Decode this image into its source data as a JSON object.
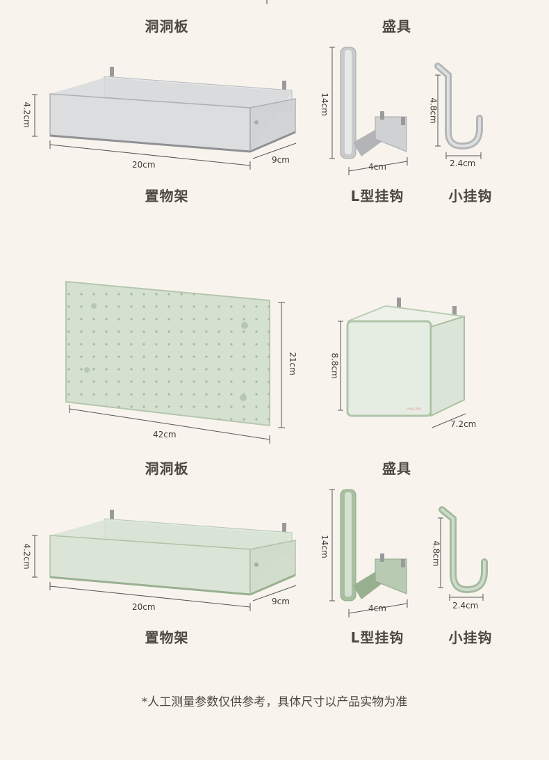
{
  "section1": {
    "pegboard_label": "洞洞板",
    "container_label": "盛具",
    "shelf": {
      "label": "置物架",
      "width": "20cm",
      "depth": "9cm",
      "height": "4.2cm"
    },
    "l_hook": {
      "label": "L型挂钩",
      "height": "14cm",
      "width": "4cm"
    },
    "small_hook": {
      "label": "小挂钩",
      "height": "4.8cm",
      "width": "2.4cm"
    }
  },
  "section2": {
    "pegboard": {
      "width": "42cm",
      "height": "21cm"
    },
    "box": {
      "height": "8.8cm",
      "depth": "7.2cm",
      "brand": "HYALINE"
    },
    "pegboard_label": "洞洞板",
    "container_label": "盛具",
    "shelf": {
      "label": "置物架",
      "width": "20cm",
      "depth": "9cm",
      "height": "4.2cm"
    },
    "l_hook": {
      "label": "L型挂钩",
      "height": "14cm",
      "width": "4cm"
    },
    "small_hook": {
      "label": "小挂钩",
      "height": "4.8cm",
      "width": "2.4cm"
    }
  },
  "footnote": "*人工测量参数仅供参考，具体尺寸以产品实物为准",
  "colors": {
    "background": "#f8f4ed",
    "gray_product": "#c9cacc",
    "green_product": "#a9bfa2",
    "text": "#4e4641"
  }
}
